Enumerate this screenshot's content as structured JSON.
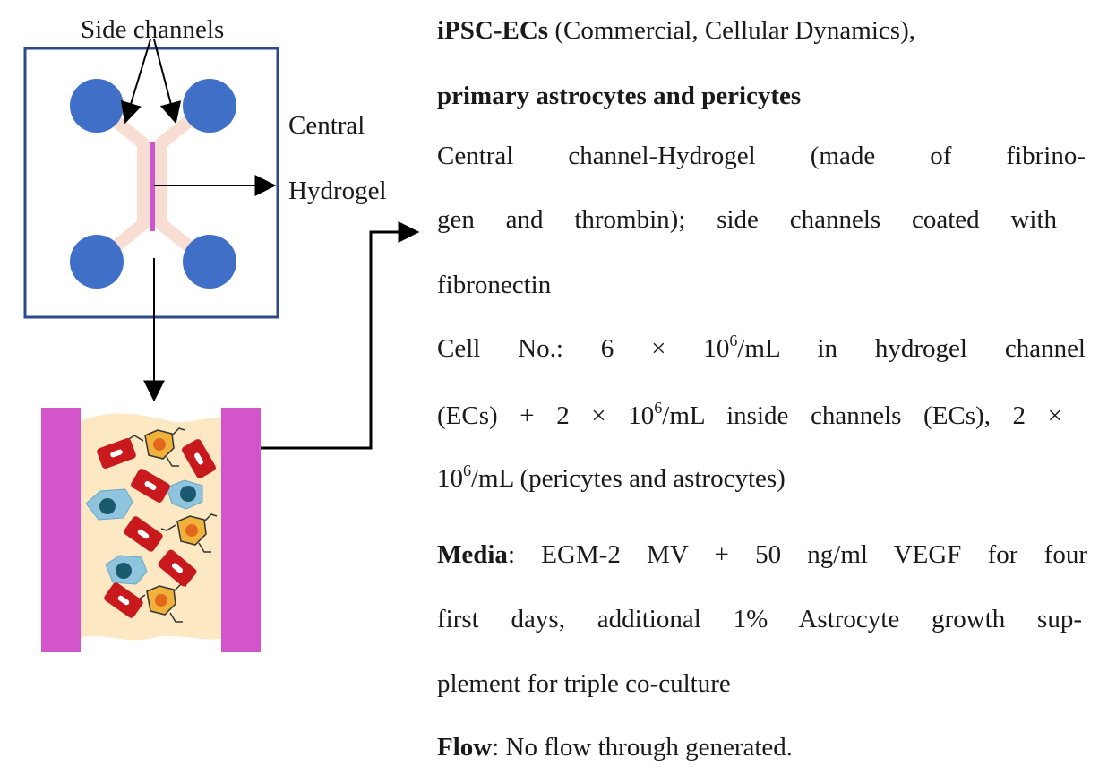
{
  "labels": {
    "side_channels": "Side channels",
    "central": "Central",
    "hydrogel": "Hydrogel"
  },
  "text": {
    "line1_bold": "iPSC-ECs",
    "line1_rest": " (Commercial, Cellular Dynamics),",
    "line2_bold": "primary astrocytes and pericytes",
    "line3": "Central channel-Hydrogel (made of fibrino-",
    "line4": "gen and thrombin); side channels coated with",
    "line5": "fibronectin",
    "line6_a": "Cell No.: 6 × 10",
    "line6_sup": "6",
    "line6_b": "/mL in hydrogel channel",
    "line7_a": "(ECs) + 2 × 10",
    "line7_sup": "6",
    "line7_b": "/mL inside channels (ECs), 2 ×",
    "line8_a": "10",
    "line8_sup": "6",
    "line8_b": "/mL (pericytes and astrocytes)",
    "media_label": "Media",
    "media_rest": ": EGM-2 MV + 50 ng/ml VEGF for four",
    "line10": "first days, additional 1% Astrocyte growth sup-",
    "line11": "plement for triple co-culture",
    "flow_label": "Flow",
    "flow_rest": ": No flow through generated."
  },
  "colors": {
    "frame": "#2e4a8c",
    "port": "#3f6fc6",
    "channel": "#f8ddd3",
    "hydrogel_line": "#cc55cc",
    "wall": "#d454cc",
    "matrix": "#fce9c4",
    "ec": "#c8191d",
    "astrocyte": "#8fc4de",
    "astro_nucleus": "#1b5a6e",
    "pericyte": "#f1b23c",
    "pericyte_nucleus": "#e2681e"
  }
}
